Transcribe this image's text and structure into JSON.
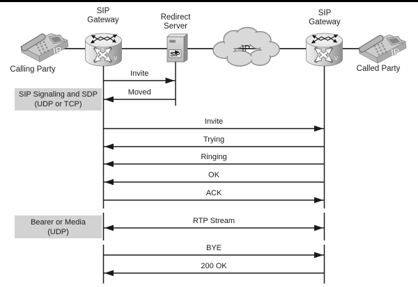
{
  "nodes": {
    "calling_party": {
      "label": "Calling Party",
      "icon": "ip-phone-icon",
      "icon_label": "IP"
    },
    "gateway_left": {
      "label": "SIP Gateway",
      "label_lines": [
        "SIP",
        "Gateway"
      ],
      "icon": "voice-router-icon",
      "icon_label": "v"
    },
    "redirect_server": {
      "label": "Redirect Server",
      "label_lines": [
        "Redirect",
        "Server"
      ],
      "icon": "server-icon",
      "icon_label": "SIP"
    },
    "ip_cloud": {
      "label": "IP",
      "icon": "cloud-icon"
    },
    "gateway_right": {
      "label": "SIP Gateway",
      "label_lines": [
        "SIP",
        "Gateway"
      ],
      "icon": "voice-router-icon",
      "icon_label": "v"
    },
    "called_party": {
      "label": "Called Party",
      "icon": "ip-phone-icon",
      "icon_label": "IP"
    }
  },
  "phases": [
    {
      "line1": "SIP Signaling and SDP",
      "line2": "(UDP or TCP)"
    },
    {
      "line1": "Bearer or Media",
      "line2": "(UDP)"
    }
  ],
  "messages": [
    {
      "label": "Invite",
      "from": "gateway_left",
      "to": "redirect_server",
      "bidirectional": false
    },
    {
      "label": "Moved",
      "from": "redirect_server",
      "to": "gateway_left",
      "bidirectional": false
    },
    {
      "label": "Invite",
      "from": "gateway_left",
      "to": "gateway_right",
      "bidirectional": false
    },
    {
      "label": "Trying",
      "from": "gateway_right",
      "to": "gateway_left",
      "bidirectional": false
    },
    {
      "label": "Ringing",
      "from": "gateway_right",
      "to": "gateway_left",
      "bidirectional": false
    },
    {
      "label": "OK",
      "from": "gateway_right",
      "to": "gateway_left",
      "bidirectional": false
    },
    {
      "label": "ACK",
      "from": "gateway_left",
      "to": "gateway_right",
      "bidirectional": false
    },
    {
      "label": "RTP Stream",
      "from": "gateway_left",
      "to": "gateway_right",
      "bidirectional": true
    },
    {
      "label": "BYE",
      "from": "gateway_left",
      "to": "gateway_right",
      "bidirectional": false
    },
    {
      "label": "200 OK",
      "from": "gateway_right",
      "to": "gateway_left",
      "bidirectional": false
    }
  ],
  "colors": {
    "line": "#1a1a1a",
    "phase_box_fill": "#d2d2d2",
    "cloud_fill": "#d9d9d9",
    "icon_gray": "#c9c9c9",
    "top_border": "#000000"
  }
}
